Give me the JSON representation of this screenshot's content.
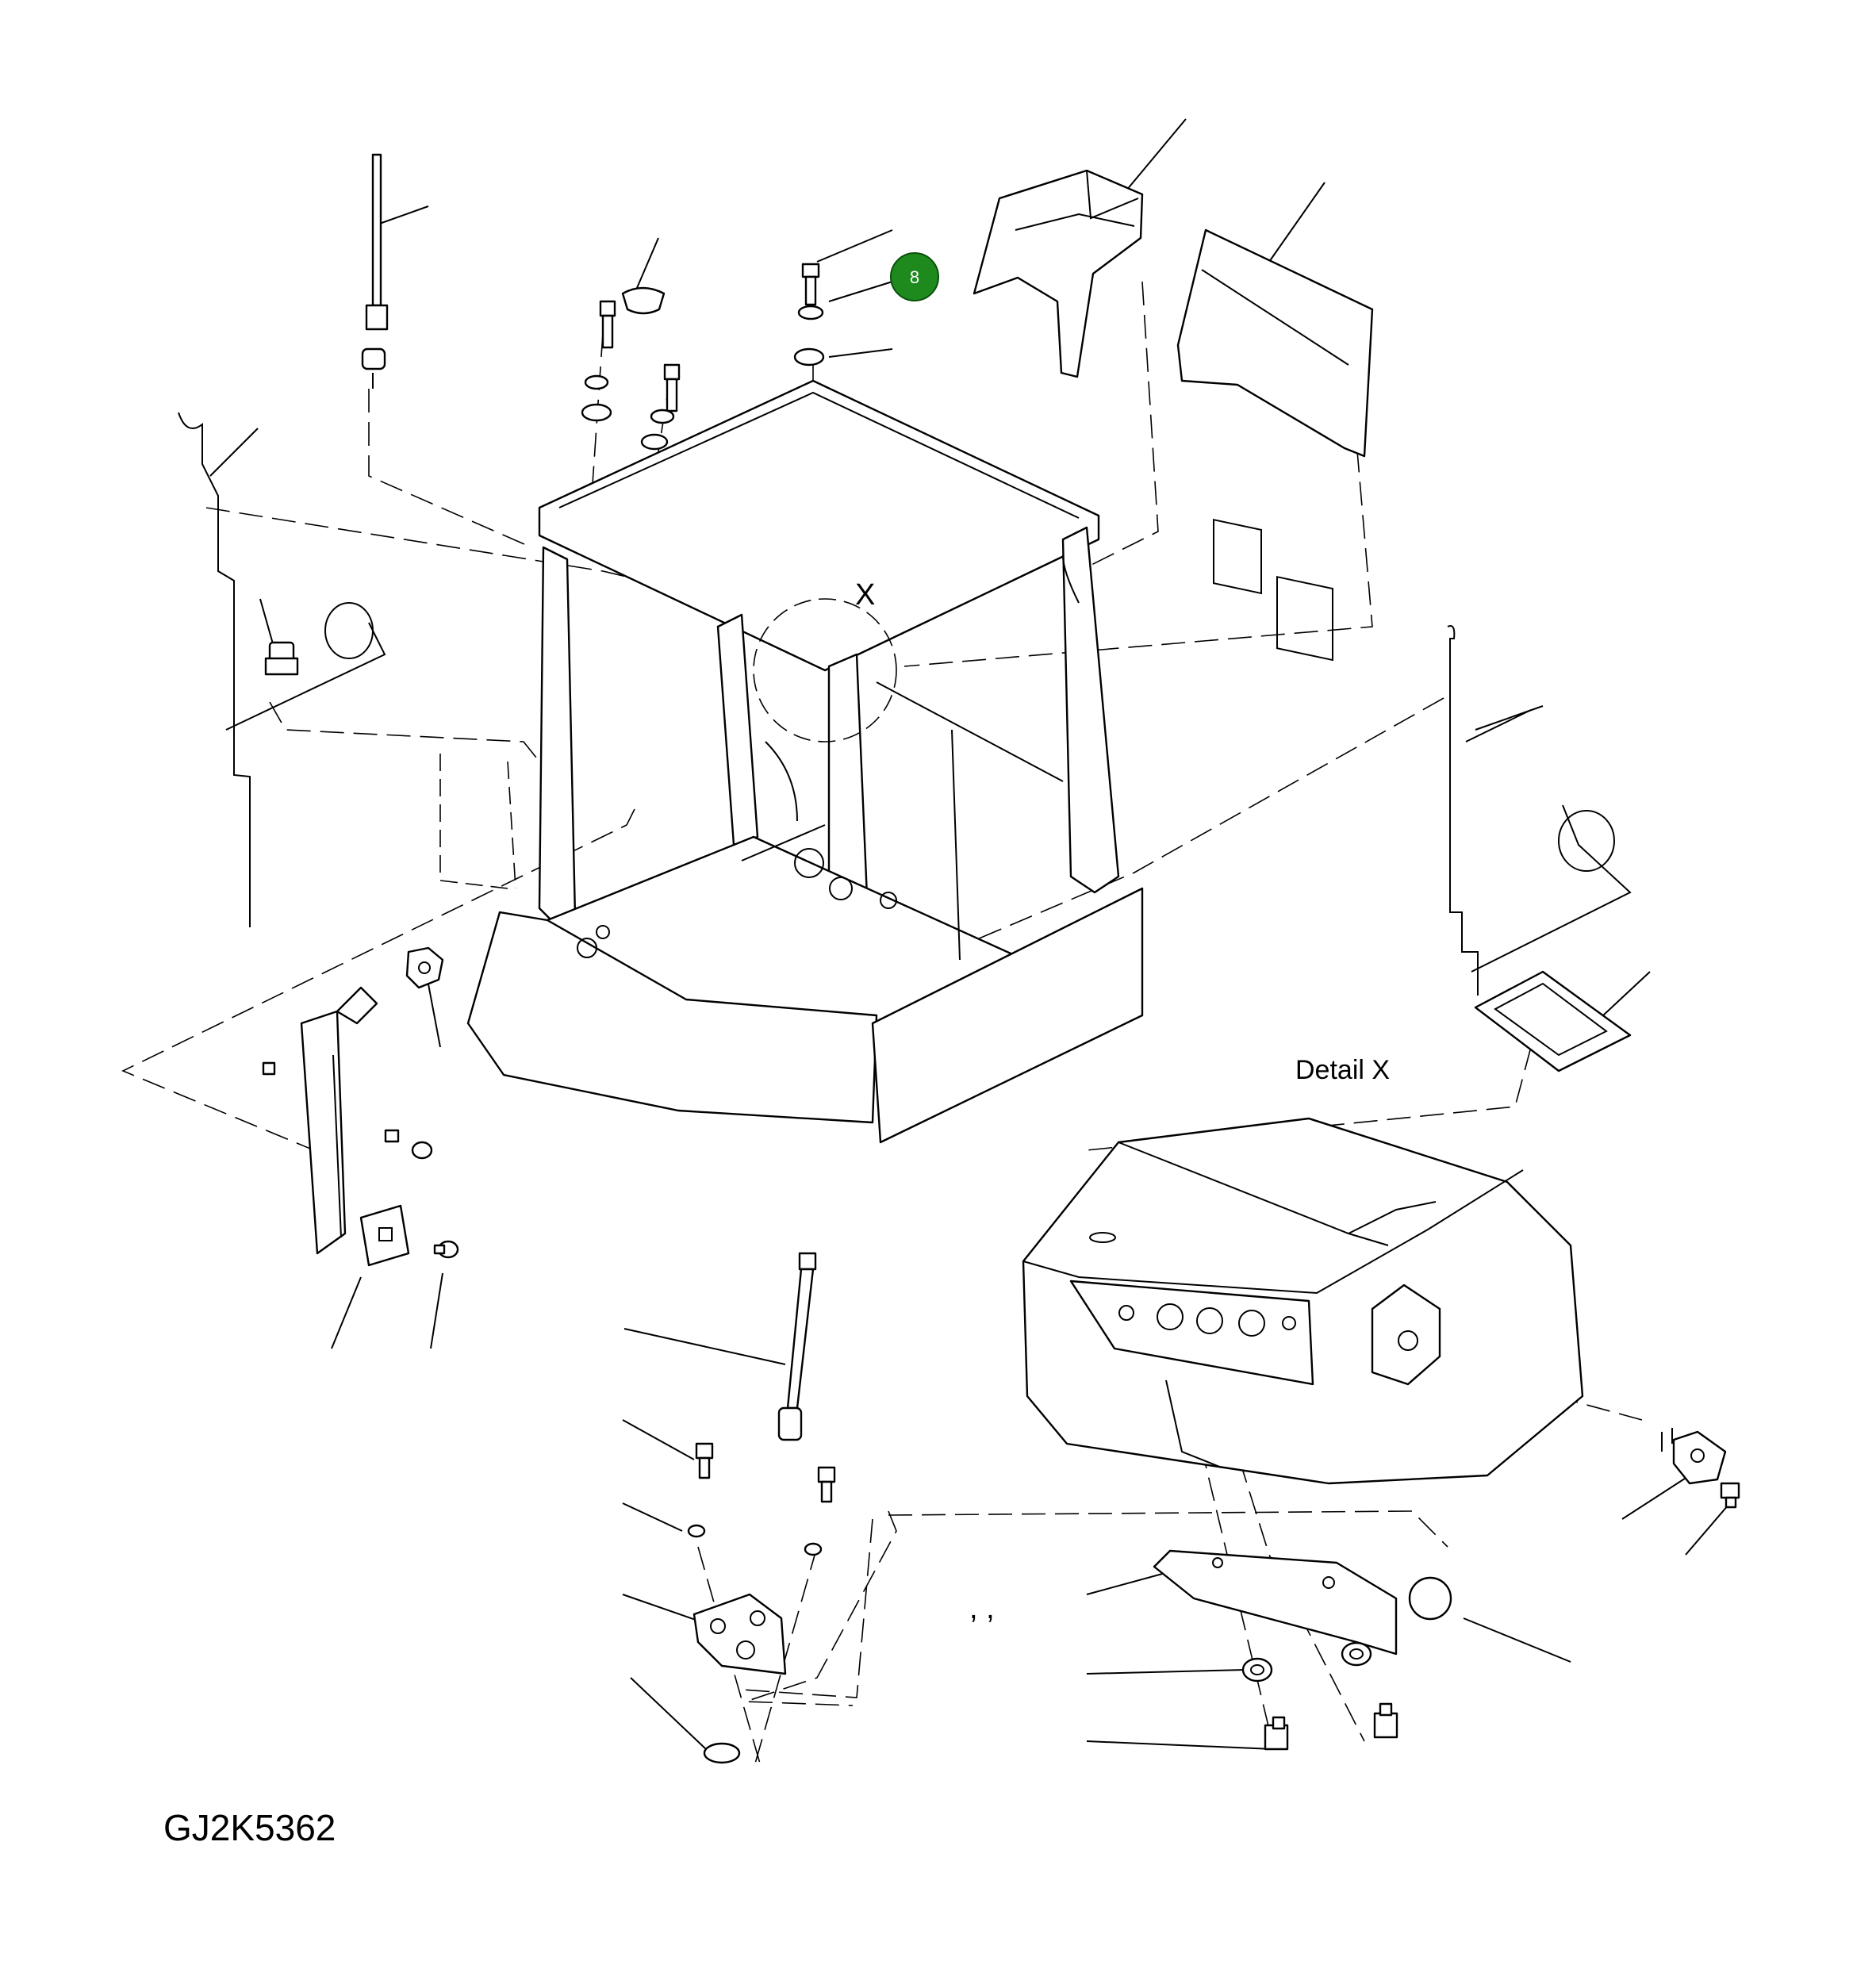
{
  "diagram": {
    "drawing_number": "GJ2K5362",
    "detail_marker": "X",
    "detail_title": "Detail X",
    "callouts": [
      {
        "label": "8",
        "color": "#1e8a1e"
      }
    ],
    "separator_marks": ",   ,"
  }
}
